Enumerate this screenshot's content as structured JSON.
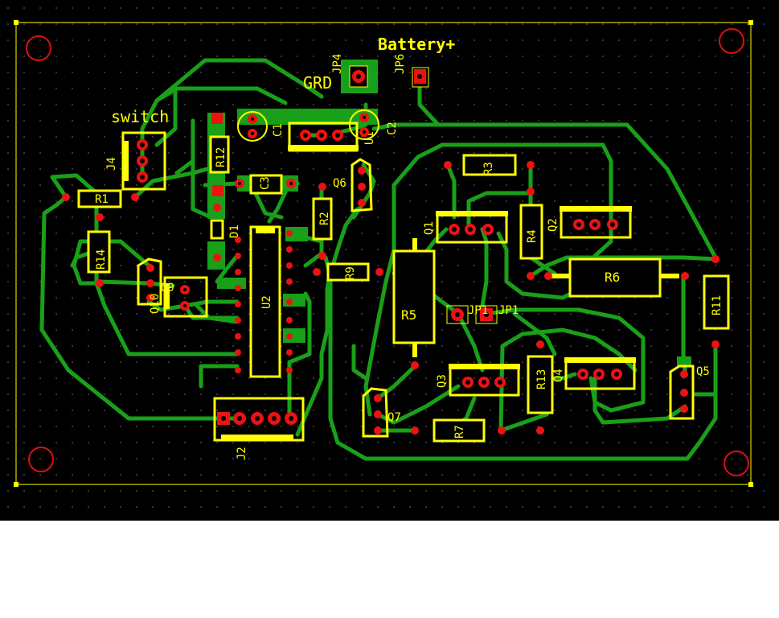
{
  "colors": {
    "background": "#000000",
    "grid_dot": "#5a5a5a",
    "trace": "#19a019",
    "silkscreen": "#ffff00",
    "pad_ring": "#ee1111",
    "pad_fill": "#19a019",
    "mount_hole": "#dd1111",
    "outline": "#ffff00"
  },
  "labels": {
    "battery": "Battery+",
    "grd": "GRD",
    "switch": "switch",
    "jp4": "JP4",
    "jp6": "JP6",
    "j4": "J4",
    "j2": "J2",
    "c1": "C1",
    "c2": "C2",
    "c3": "C3",
    "u1": "U1",
    "u2": "U2",
    "d1": "D1",
    "r1": "R1",
    "r2": "R2",
    "r3": "R3",
    "r4": "R4",
    "r5": "R5",
    "r6": "R6",
    "r7": "R7",
    "r9": "R9",
    "r11": "R11",
    "r12": "R12",
    "r13": "R13",
    "r14": "R14",
    "q1": "Q1",
    "q2": "Q2",
    "q3": "Q3",
    "q4": "Q4",
    "q5": "Q5",
    "q6": "Q6",
    "q7": "Q7",
    "q9": "Q9",
    "q10": "Q10",
    "jp1": "JP1",
    "jp1b": "JP1"
  }
}
